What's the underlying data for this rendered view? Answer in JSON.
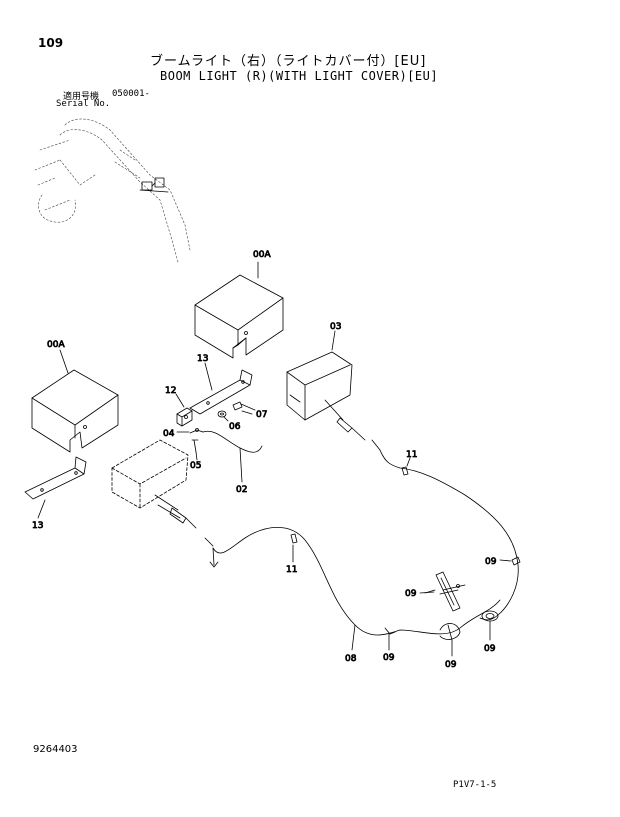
{
  "header": {
    "page_number": "109",
    "title_jp": "ブームライト（右）（ライトカバー付）[EU]",
    "title_en": "BOOM LIGHT (R)(WITH LIGHT COVER)[EU]",
    "serial_label_jp": "適用号機",
    "serial_value": "050001-",
    "serial_label_en": "Serial No."
  },
  "footer": {
    "document_number": "9264403",
    "page_code": "P1V7-1-5"
  },
  "callouts": {
    "c00a_top": "00A",
    "c00a_left": "00A",
    "c03": "03",
    "c13_top": "13",
    "c13_bottom": "13",
    "c12": "12",
    "c07": "07",
    "c04": "04",
    "c06": "06",
    "c05": "05",
    "c02": "02",
    "c11_top": "11",
    "c11_mid": "11",
    "c09_a": "09",
    "c09_b": "09",
    "c09_c": "09",
    "c09_d": "09",
    "c09_e": "09",
    "c08": "08"
  }
}
